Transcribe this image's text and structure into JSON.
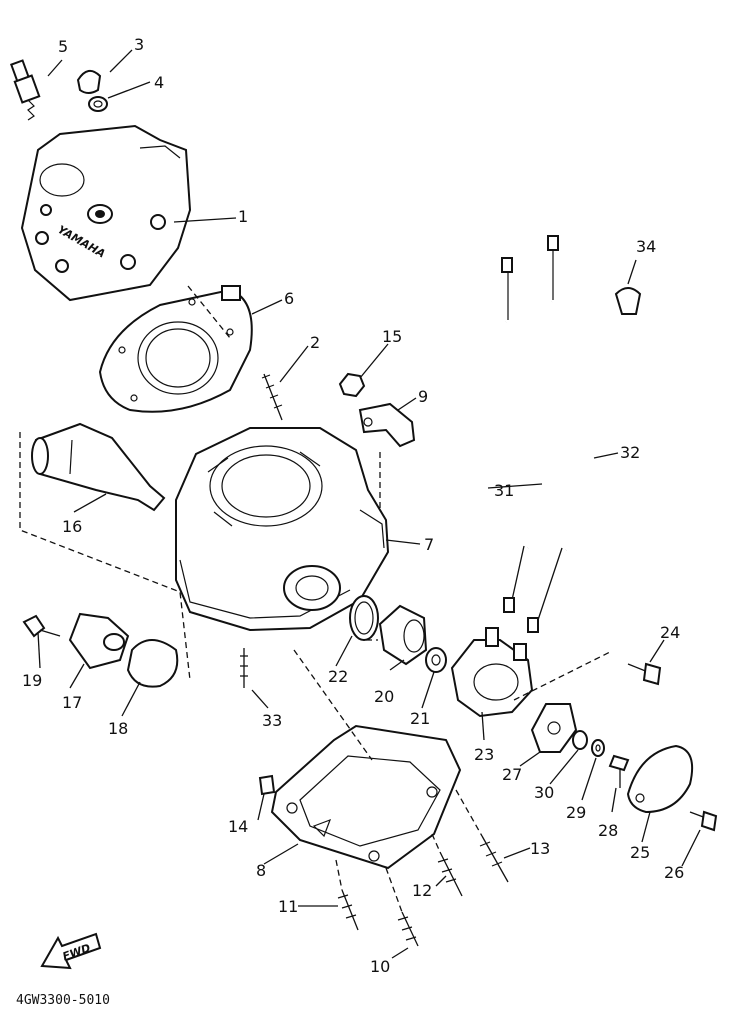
{
  "diagram_code": "4GW3300-5010",
  "fwd_label": "FWD",
  "head_marking": "YAMAHA",
  "callouts": {
    "p1": "1",
    "p2": "2",
    "p3": "3",
    "p4": "4",
    "p5": "5",
    "p6": "6",
    "p7": "7",
    "p8": "8",
    "p9": "9",
    "p10": "10",
    "p11": "11",
    "p12": "12",
    "p13": "13",
    "p14": "14",
    "p15": "15",
    "p16": "16",
    "p17": "17",
    "p18": "18",
    "p19": "19",
    "p20": "20",
    "p21": "21",
    "p22": "22",
    "p23": "23",
    "p24": "24",
    "p25": "25",
    "p26": "26",
    "p27": "27",
    "p28": "28",
    "p29": "29",
    "p30": "30",
    "p31": "31",
    "p32": "32",
    "p33": "33",
    "p34": "34"
  }
}
